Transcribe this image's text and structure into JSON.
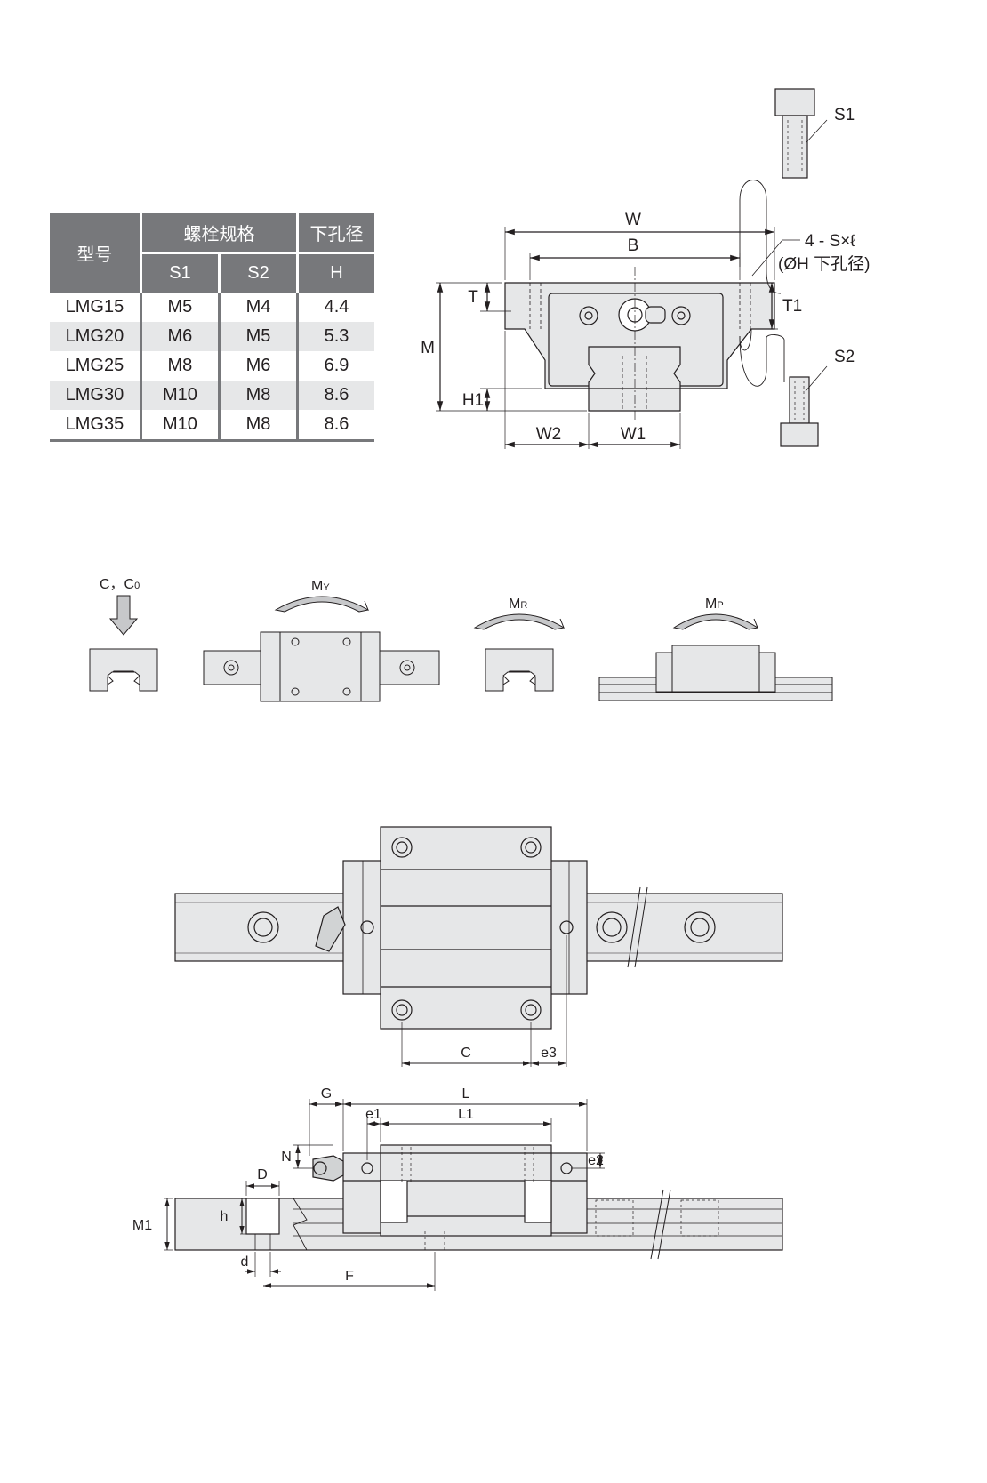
{
  "table": {
    "headers": {
      "model": "型号",
      "bolt_spec": "螺栓规格",
      "hole_dia": "下孔径",
      "s1": "S1",
      "s2": "S2",
      "h": "H"
    },
    "rows": [
      [
        "LMG15",
        "M5",
        "M4",
        "4.4"
      ],
      [
        "LMG20",
        "M6",
        "M5",
        "5.3"
      ],
      [
        "LMG25",
        "M8",
        "M6",
        "6.9"
      ],
      [
        "LMG30",
        "M10",
        "M8",
        "8.6"
      ],
      [
        "LMG35",
        "M10",
        "M8",
        "8.6"
      ]
    ]
  },
  "front_view": {
    "W": "W",
    "B": "B",
    "T": "T",
    "T1": "T1",
    "M": "M",
    "H1": "H1",
    "W1": "W1",
    "W2": "W2",
    "S1": "S1",
    "S2": "S2",
    "bolt_note": "4 - S×ℓ",
    "hole_note": "(ØH 下孔径)"
  },
  "load_icons": {
    "c": "C，C",
    "c_sub": "0",
    "my": "M",
    "my_sub": "Y",
    "mr": "M",
    "mr_sub": "R",
    "mp": "M",
    "mp_sub": "P"
  },
  "top_view": {
    "C": "C",
    "e3": "e3"
  },
  "side_view": {
    "G": "G",
    "L": "L",
    "L1": "L1",
    "e1": "e1",
    "e2": "e2",
    "N": "N",
    "D": "D",
    "h": "h",
    "M1": "M1",
    "d": "d",
    "F": "F"
  },
  "colors": {
    "body": "#e6e7e8",
    "line": "#231f20",
    "header": "#77787b"
  }
}
